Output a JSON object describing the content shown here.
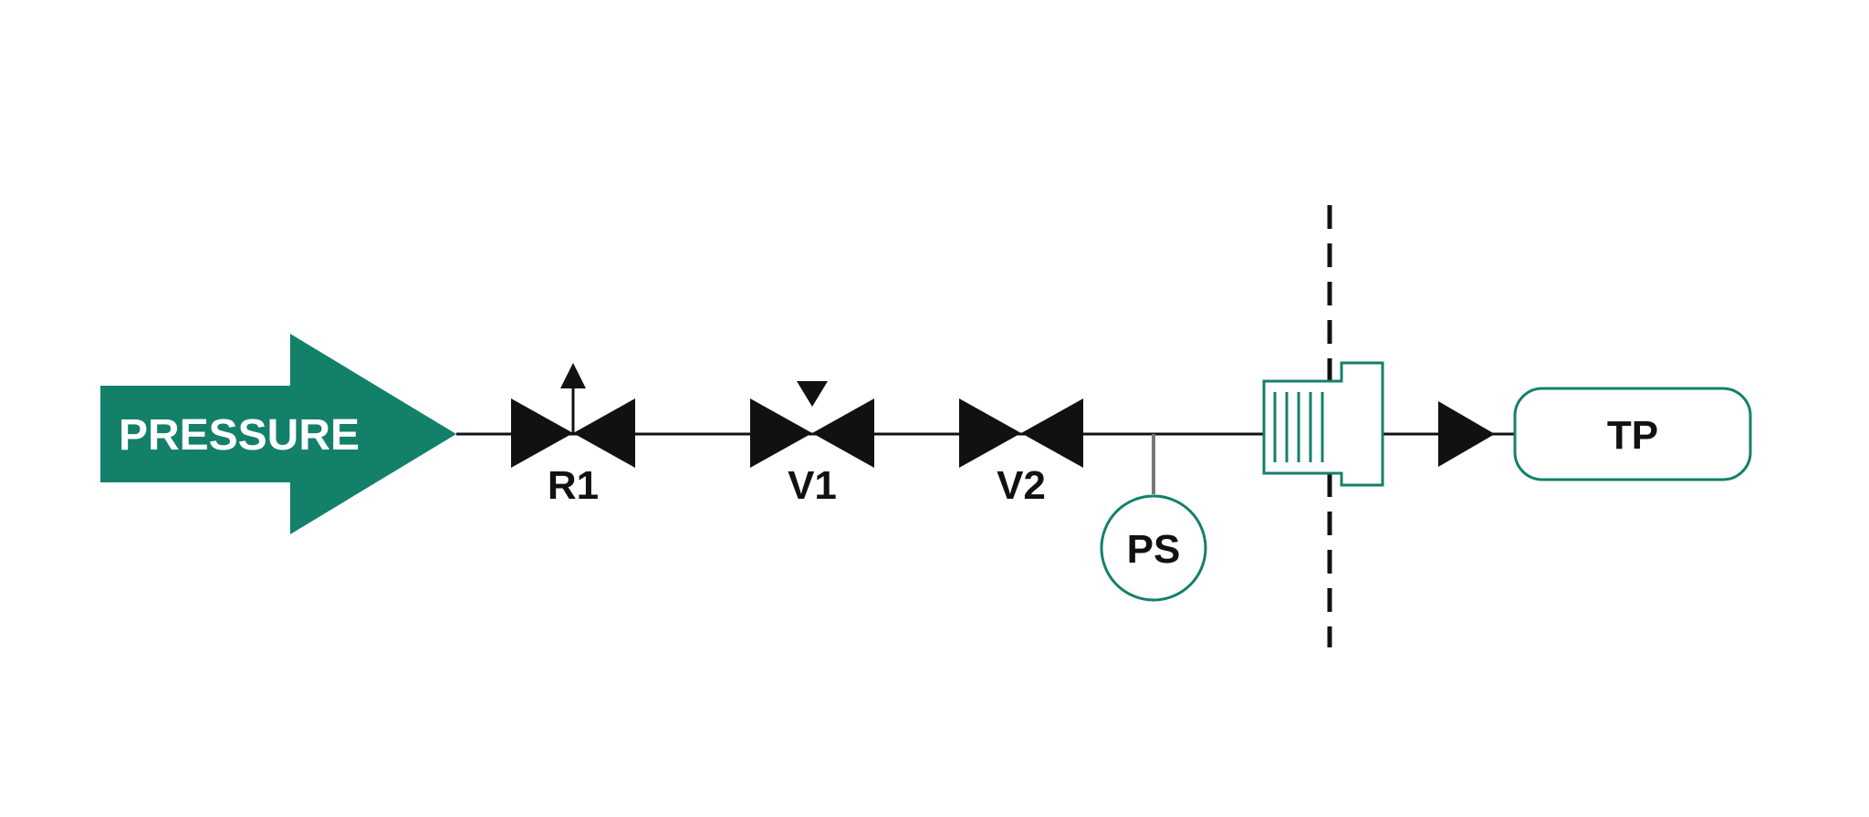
{
  "colors": {
    "accent": "#13806a",
    "line": "#111111",
    "background": "#ffffff"
  },
  "diagram": {
    "source_label": "PRESSURE",
    "components": [
      {
        "id": "R1",
        "label": "R1",
        "kind": "regulator-valve"
      },
      {
        "id": "V1",
        "label": "V1",
        "kind": "actuated-valve"
      },
      {
        "id": "V2",
        "label": "V2",
        "kind": "valve"
      },
      {
        "id": "PS",
        "label": "PS",
        "kind": "pressure-sensor"
      },
      {
        "id": "CONN",
        "label": "",
        "kind": "connector"
      },
      {
        "id": "TP",
        "label": "TP",
        "kind": "test-port"
      }
    ],
    "icons": {
      "source": "arrow-right-icon",
      "regulator": "regulator-valve-icon",
      "valve": "valve-icon",
      "sensor": "pressure-sensor-icon",
      "connector": "connector-fitting-icon",
      "flow": "flow-arrow-icon"
    }
  }
}
